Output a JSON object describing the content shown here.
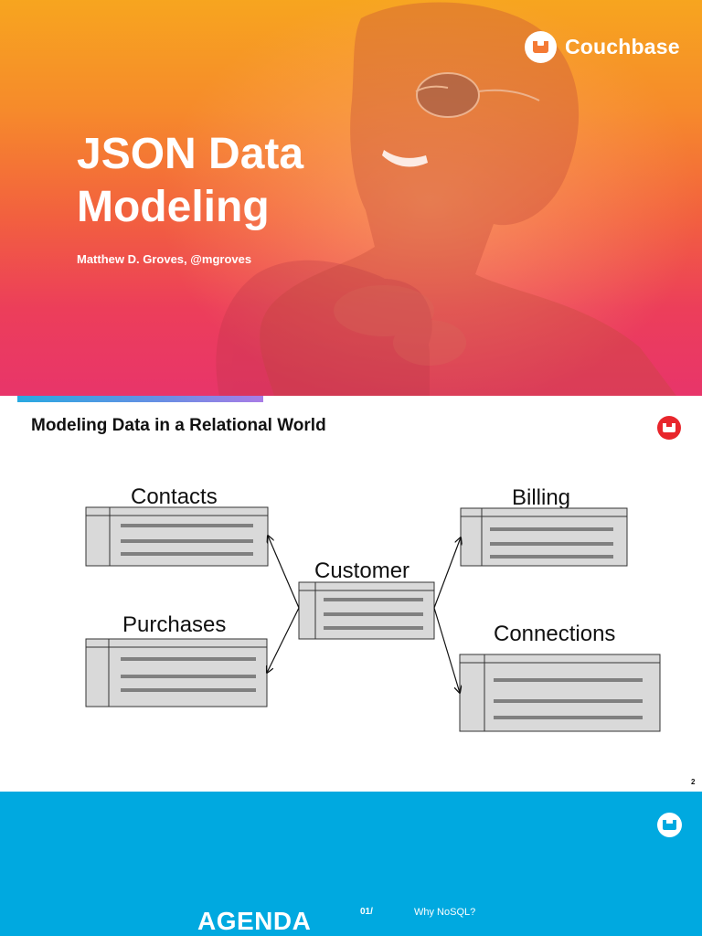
{
  "slide1": {
    "brand": "Couchbase",
    "title": "JSON Data Modeling",
    "author": "Matthew D. Groves, @mgroves",
    "colors": {
      "gradient_top": "#f7a51f",
      "gradient_bottom": "#e8356a"
    }
  },
  "slide2": {
    "title": "Modeling Data in a Relational World",
    "tables": {
      "contacts": "Contacts",
      "purchases": "Purchases",
      "customer": "Customer",
      "billing": "Billing",
      "connections": "Connections"
    },
    "page_number": "2",
    "colors": {
      "accent": "#29a9e1",
      "table_fill": "#d9d9d9",
      "logo": "#e8262c"
    }
  },
  "slide3": {
    "heading": "AGENDA",
    "items": [
      {
        "number": "01/",
        "label": "Why NoSQL?"
      }
    ],
    "colors": {
      "background": "#00a9e0"
    }
  }
}
